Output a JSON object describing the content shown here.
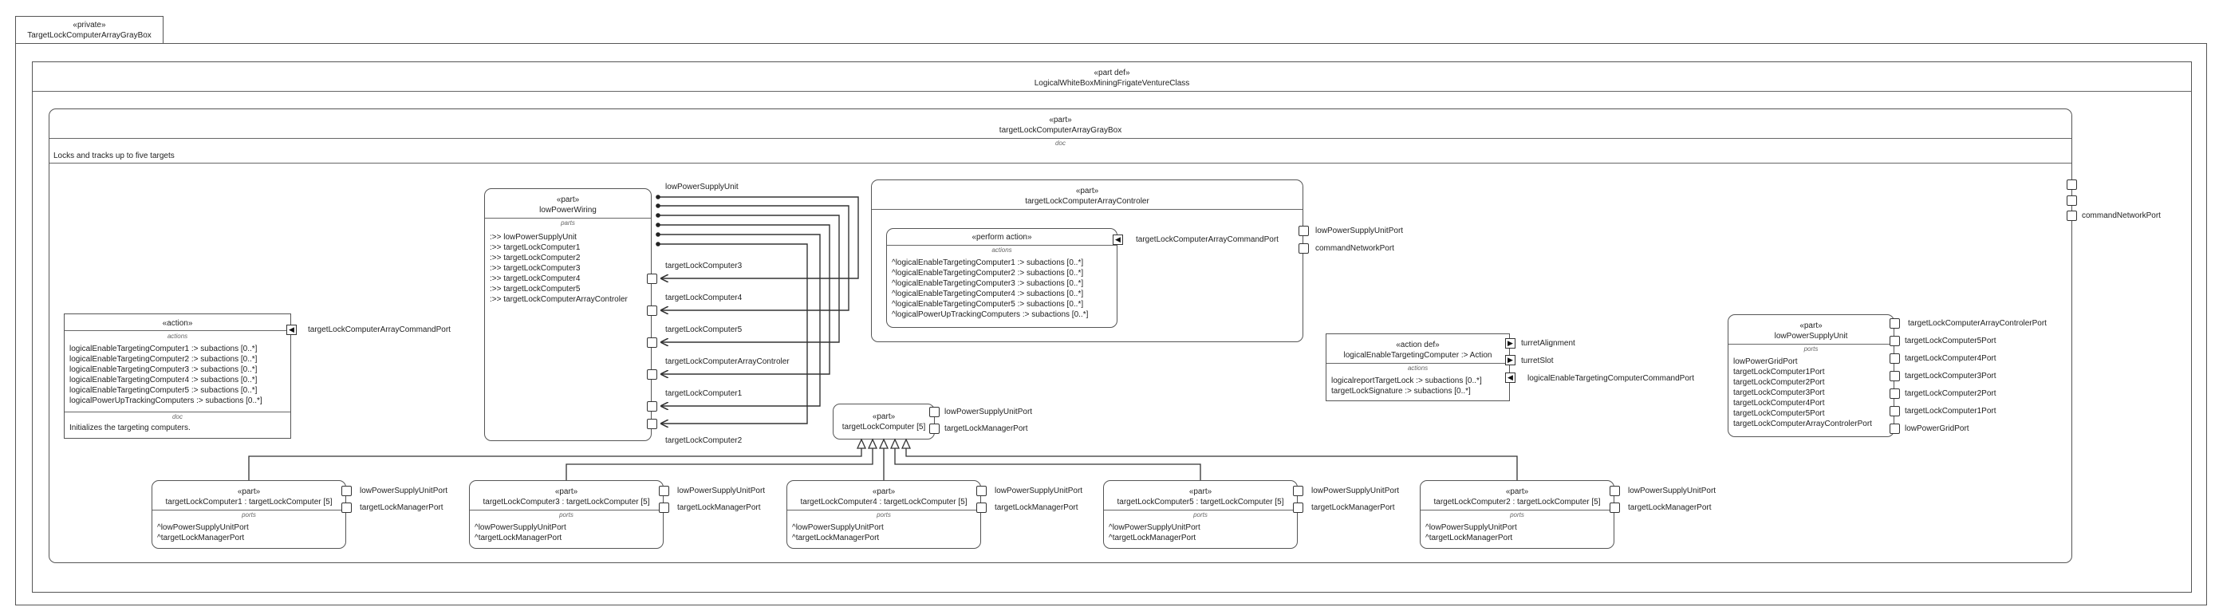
{
  "tab": {
    "stereotype": "«private»",
    "name": "TargetLockComputerArrayGrayBox"
  },
  "outer_part_def": {
    "stereotype": "«part def»",
    "name": "LogicalWhiteBoxMiningFrigateVentureClass"
  },
  "main_part": {
    "stereotype": "«part»",
    "name": "targetLockComputerArrayGrayBox",
    "doc_label": "doc",
    "doc_text": "Locks and tracks up to five targets"
  },
  "action_box": {
    "stereotype": "«action»",
    "section_label": "actions",
    "lines": [
      "logicalEnableTargetingComputer1 :> subactions [0..*]",
      "logicalEnableTargetingComputer2 :> subactions [0..*]",
      "logicalEnableTargetingComputer3 :> subactions [0..*]",
      "logicalEnableTargetingComputer4 :> subactions [0..*]",
      "logicalEnableTargetingComputer5 :> subactions [0..*]",
      "logicalPowerUpTrackingComputers :> subactions [0..*]"
    ],
    "doc_label": "doc",
    "doc_text": "Initializes the targeting computers.",
    "port_label": "targetLockComputerArrayCommandPort"
  },
  "power_wiring": {
    "stereotype": "«part»",
    "name": "lowPowerWiring",
    "section_label": "parts",
    "lines": [
      ":>> lowPowerSupplyUnit",
      ":>> targetLockComputer1",
      ":>> targetLockComputer2",
      ":>> targetLockComputer3",
      ":>> targetLockComputer4",
      ":>> targetLockComputer5",
      ":>> targetLockComputerArrayControler"
    ],
    "port_labels": {
      "top": "lowPowerSupplyUnit",
      "p3": "targetLockComputer3",
      "p4": "targetLockComputer4",
      "p5": "targetLockComputer5",
      "pc": "targetLockComputerArrayControler",
      "p1": "targetLockComputer1",
      "p2": "targetLockComputer2"
    }
  },
  "controler": {
    "stereotype": "«part»",
    "name": "targetLockComputerArrayControler",
    "perform": {
      "stereotype": "«perform action»",
      "section_label": "actions",
      "lines": [
        "^logicalEnableTargetingComputer1 :> subactions [0..*]",
        "^logicalEnableTargetingComputer2 :> subactions [0..*]",
        "^logicalEnableTargetingComputer3 :> subactions [0..*]",
        "^logicalEnableTargetingComputer4 :> subactions [0..*]",
        "^logicalEnableTargetingComputer5 :> subactions [0..*]",
        "^logicalPowerUpTrackingComputers :> subactions [0..*]"
      ],
      "port_label": "targetLockComputerArrayCommandPort"
    },
    "port_labels": [
      "lowPowerSupplyUnitPort",
      "commandNetworkPort"
    ]
  },
  "action_def": {
    "stereotype": "«action def»",
    "name": "logicalEnableTargetingComputer :> Action",
    "section_label": "actions",
    "lines": [
      "logicalreportTargetLock :> subactions [0..*]",
      "targetLockSignature :> subactions [0..*]"
    ],
    "port_labels": [
      "turretAlignment",
      "turretSlot",
      "logicalEnableTargetingComputerCommandPort"
    ]
  },
  "supply_unit": {
    "stereotype": "«part»",
    "name": "lowPowerSupplyUnit",
    "section_label": "ports",
    "lines": [
      "lowPowerGridPort",
      "targetLockComputer1Port",
      "targetLockComputer2Port",
      "targetLockComputer3Port",
      "targetLockComputer4Port",
      "targetLockComputer5Port",
      "targetLockComputerArrayControlerPort"
    ],
    "port_labels": [
      "targetLockComputerArrayControlerPort",
      "targetLockComputer5Port",
      "targetLockComputer4Port",
      "targetLockComputer3Port",
      "targetLockComputer2Port",
      "targetLockComputer1Port",
      "lowPowerGridPort"
    ]
  },
  "command_network_port": "commandNetworkPort",
  "base_computer": {
    "stereotype": "«part»",
    "name": "targetLockComputer [5]",
    "port_labels": [
      "lowPowerSupplyUnitPort",
      "targetLockManagerPort"
    ]
  },
  "computers": [
    {
      "stereotype": "«part»",
      "name": "targetLockComputer1 : targetLockComputer [5]",
      "section_label": "ports",
      "lines": [
        "^lowPowerSupplyUnitPort",
        "^targetLockManagerPort"
      ],
      "port_labels": [
        "lowPowerSupplyUnitPort",
        "targetLockManagerPort"
      ]
    },
    {
      "stereotype": "«part»",
      "name": "targetLockComputer3 : targetLockComputer [5]",
      "section_label": "ports",
      "lines": [
        "^lowPowerSupplyUnitPort",
        "^targetLockManagerPort"
      ],
      "port_labels": [
        "lowPowerSupplyUnitPort",
        "targetLockManagerPort"
      ]
    },
    {
      "stereotype": "«part»",
      "name": "targetLockComputer4 : targetLockComputer [5]",
      "section_label": "ports",
      "lines": [
        "^lowPowerSupplyUnitPort",
        "^targetLockManagerPort"
      ],
      "port_labels": [
        "lowPowerSupplyUnitPort",
        "targetLockManagerPort"
      ]
    },
    {
      "stereotype": "«part»",
      "name": "targetLockComputer5 : targetLockComputer [5]",
      "section_label": "ports",
      "lines": [
        "^lowPowerSupplyUnitPort",
        "^targetLockManagerPort"
      ],
      "port_labels": [
        "lowPowerSupplyUnitPort",
        "targetLockManagerPort"
      ]
    },
    {
      "stereotype": "«part»",
      "name": "targetLockComputer2 : targetLockComputer [5]",
      "section_label": "ports",
      "lines": [
        "^lowPowerSupplyUnitPort",
        "^targetLockManagerPort"
      ],
      "port_labels": [
        "lowPowerSupplyUnitPort",
        "targetLockManagerPort"
      ]
    }
  ]
}
